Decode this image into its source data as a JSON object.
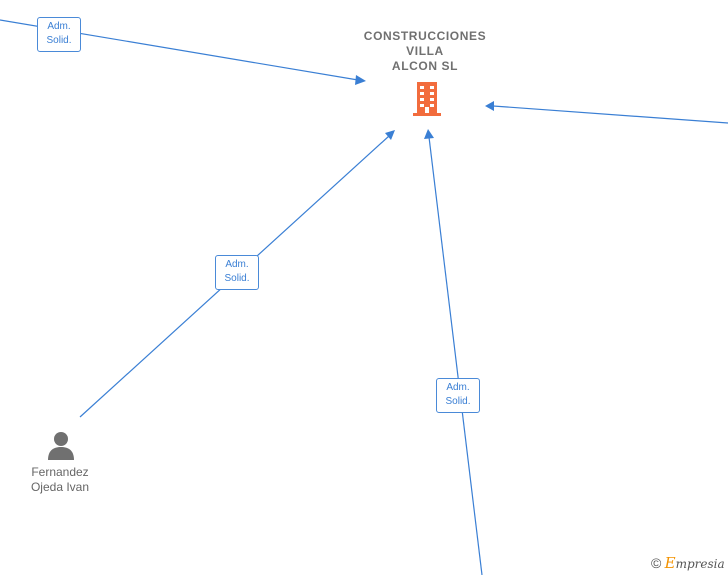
{
  "company": {
    "name_lines": [
      "CONSTRUCCIONES",
      "VILLA",
      "ALCON  SL"
    ],
    "icon": "building-icon",
    "icon_color": "#f26c3d"
  },
  "people": [
    {
      "name_lines": [
        "Fernandez",
        "Ojeda Ivan"
      ],
      "icon": "person-icon",
      "icon_color": "#707070"
    }
  ],
  "relations": [
    {
      "lines": [
        "Adm.",
        "Solid."
      ]
    },
    {
      "lines": [
        "Adm.",
        "Solid."
      ]
    },
    {
      "lines": [
        "Adm.",
        "Solid."
      ]
    }
  ],
  "colors": {
    "edge": "#3a7fd4",
    "label_border": "#4a8ad8",
    "text_gray": "#707070"
  },
  "watermark": {
    "copyright": "©",
    "brand_first": "E",
    "brand_rest": "mpresia"
  }
}
